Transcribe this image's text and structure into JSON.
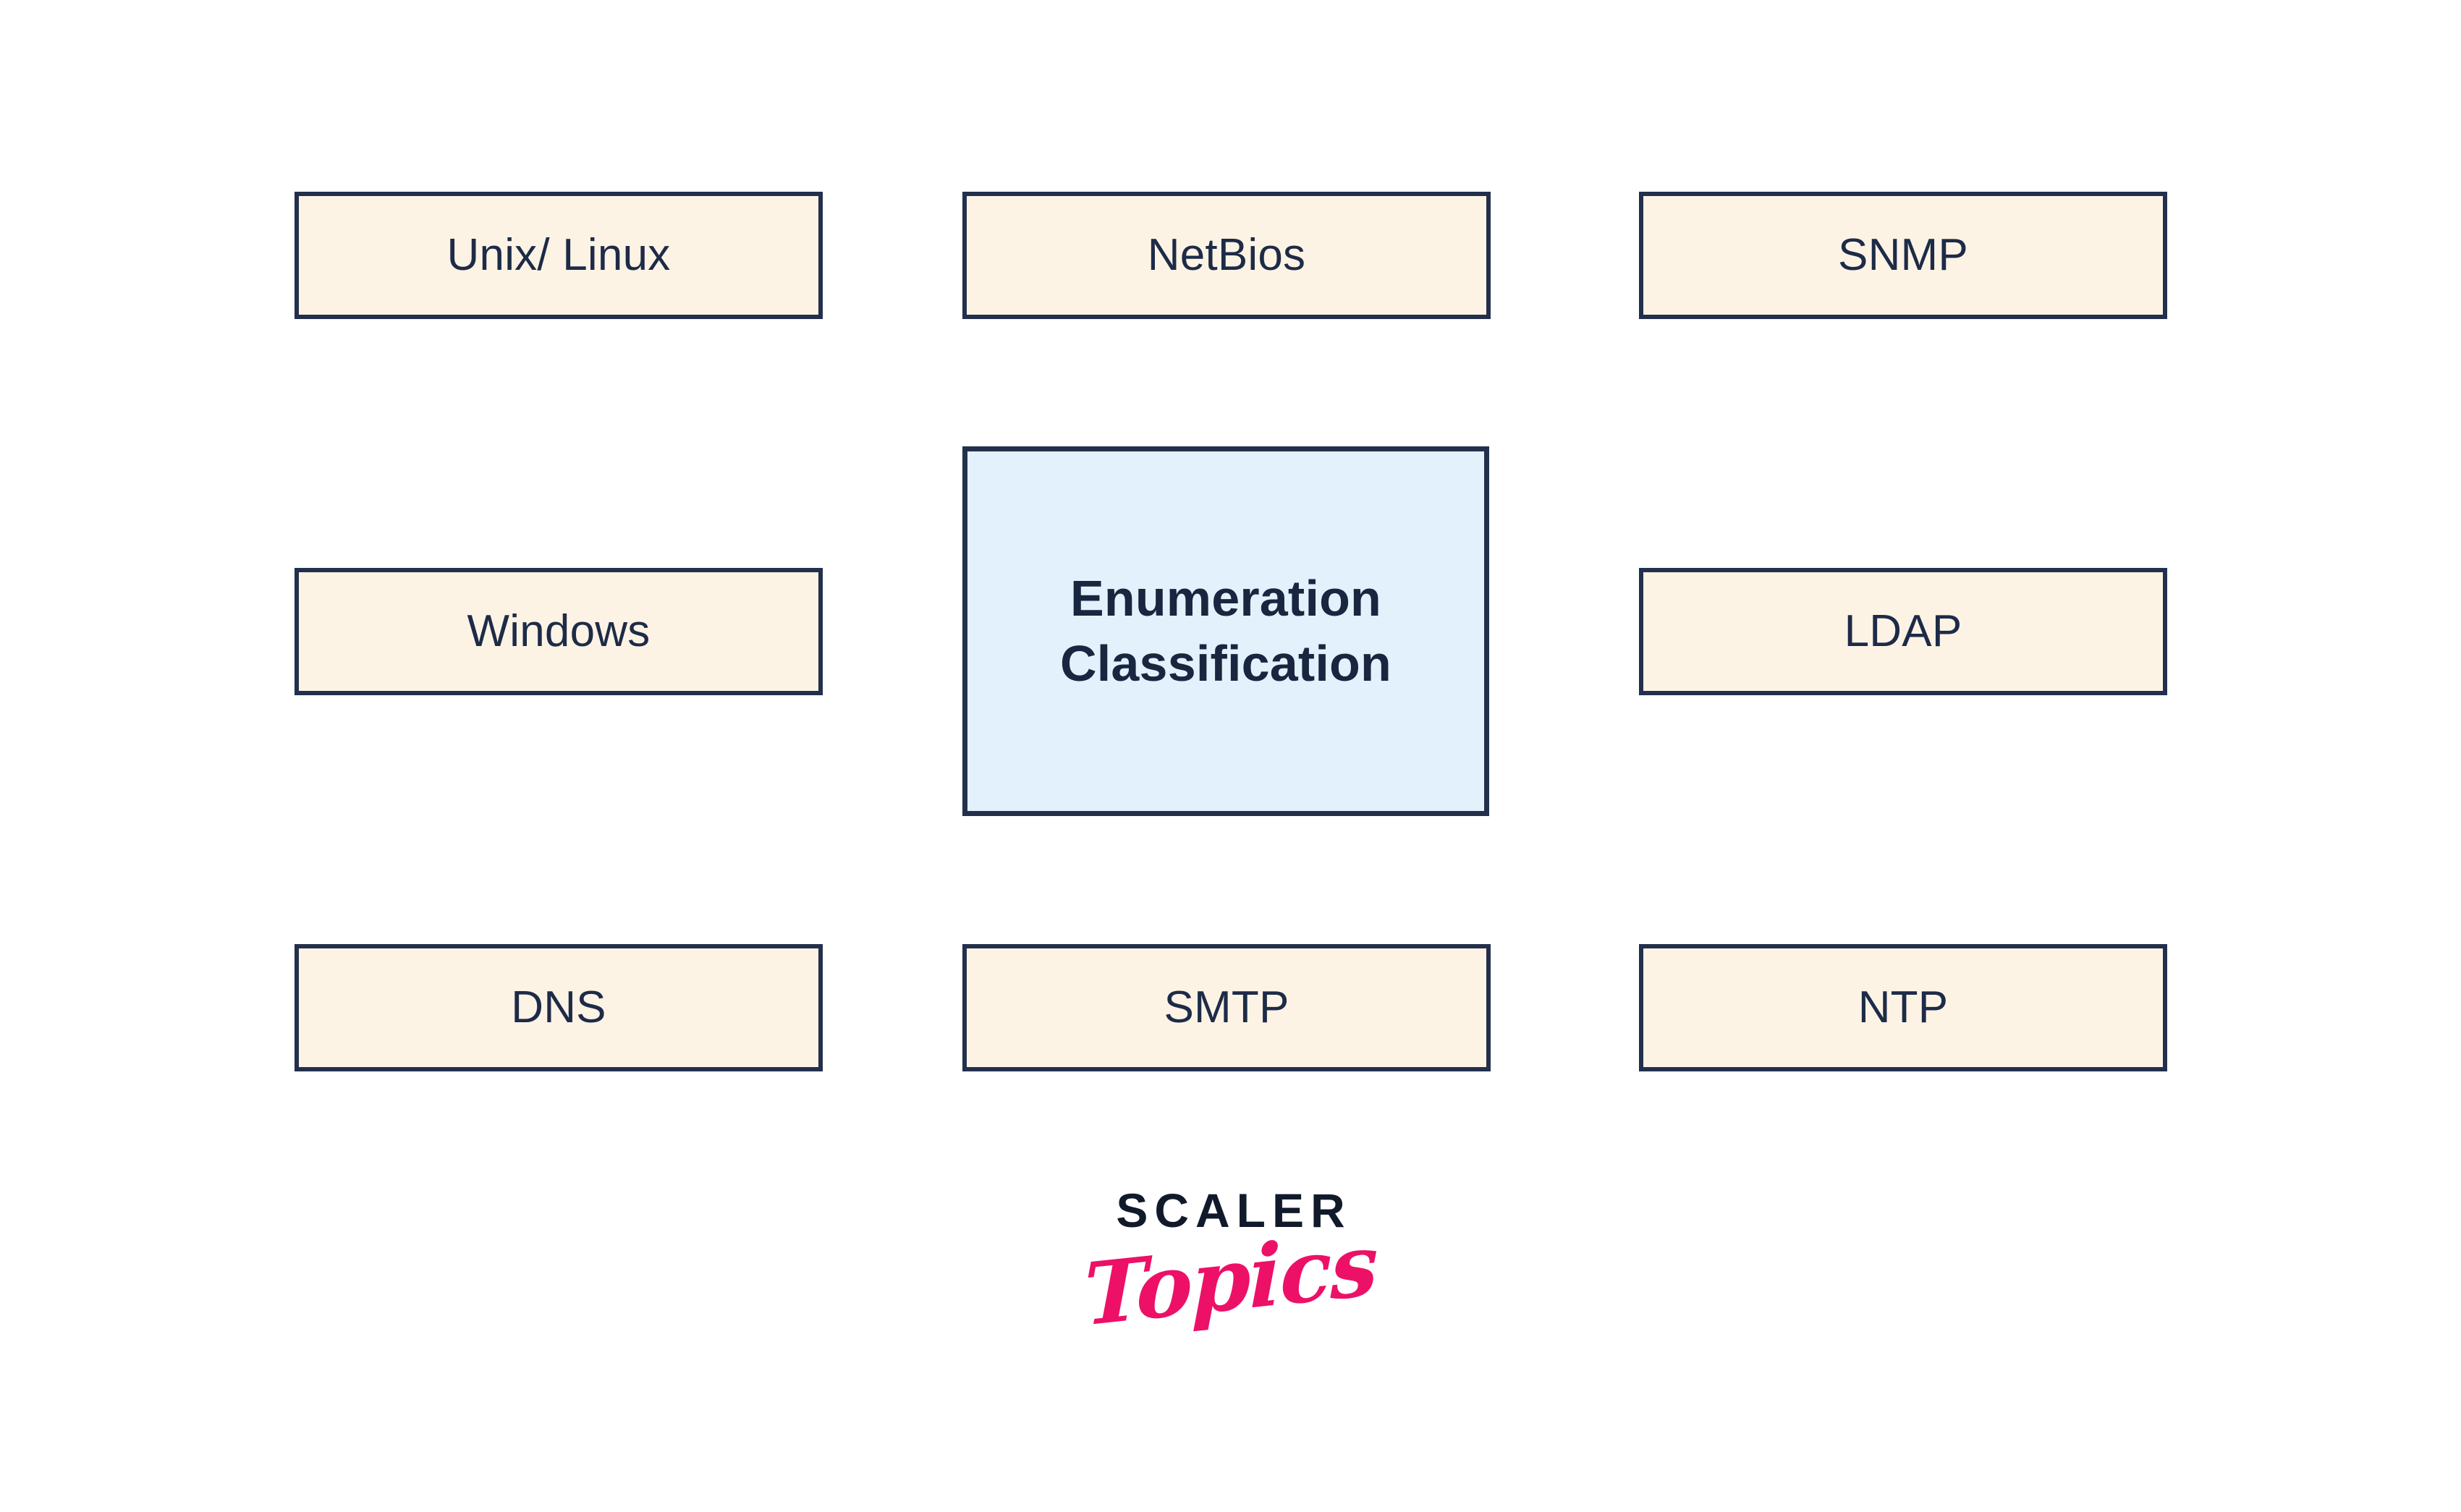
{
  "diagram": {
    "type": "hub-and-spoke",
    "title": "Enumeration Classification",
    "center": {
      "label_line_1": "Enumeration",
      "label_line_2": "Classification",
      "fill_color": "#e3f1fc",
      "border_color": "#22304c",
      "text_color": "#19263f"
    },
    "node_style": {
      "fill_color": "#fdf3e5",
      "border_color": "#22304c",
      "text_color": "#1d2b47"
    },
    "background_color": "#ffffff",
    "nodes": [
      {
        "id": "unix-linux",
        "label": "Unix/ Linux",
        "column": 1,
        "row": 1
      },
      {
        "id": "netbios",
        "label": "NetBios",
        "column": 2,
        "row": 1
      },
      {
        "id": "snmp",
        "label": "SNMP",
        "column": 3,
        "row": 1
      },
      {
        "id": "windows",
        "label": "Windows",
        "column": 1,
        "row": 2
      },
      {
        "id": "ldap",
        "label": "LDAP",
        "column": 3,
        "row": 2
      },
      {
        "id": "dns",
        "label": "DNS",
        "column": 1,
        "row": 3
      },
      {
        "id": "smtp",
        "label": "SMTP",
        "column": 2,
        "row": 3
      },
      {
        "id": "ntp",
        "label": "NTP",
        "column": 3,
        "row": 3
      }
    ]
  },
  "branding": {
    "wordmark": "SCALER",
    "script": "Topics",
    "wordmark_color": "#111a2b",
    "script_color": "#ec1166"
  }
}
